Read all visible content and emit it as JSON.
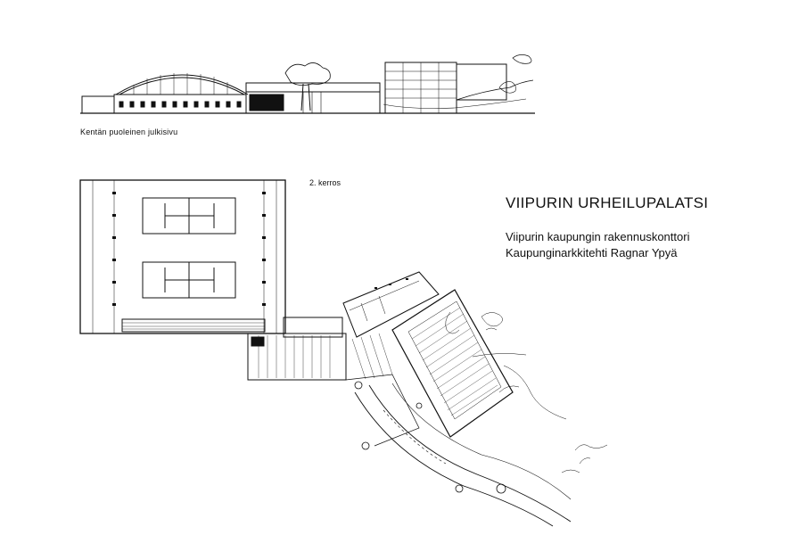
{
  "captions": {
    "elevation": "Kentän puoleinen julkisivu",
    "floor": "2. kerros"
  },
  "title_block": {
    "title": "VIIPURIN  URHEILUPALATSI",
    "office": "Viipurin kaupungin rakennuskonttori",
    "architect": "Kaupunginarkkitehti Ragnar Ypyä"
  },
  "colors": {
    "ink": "#111111",
    "paper": "#ffffff"
  }
}
